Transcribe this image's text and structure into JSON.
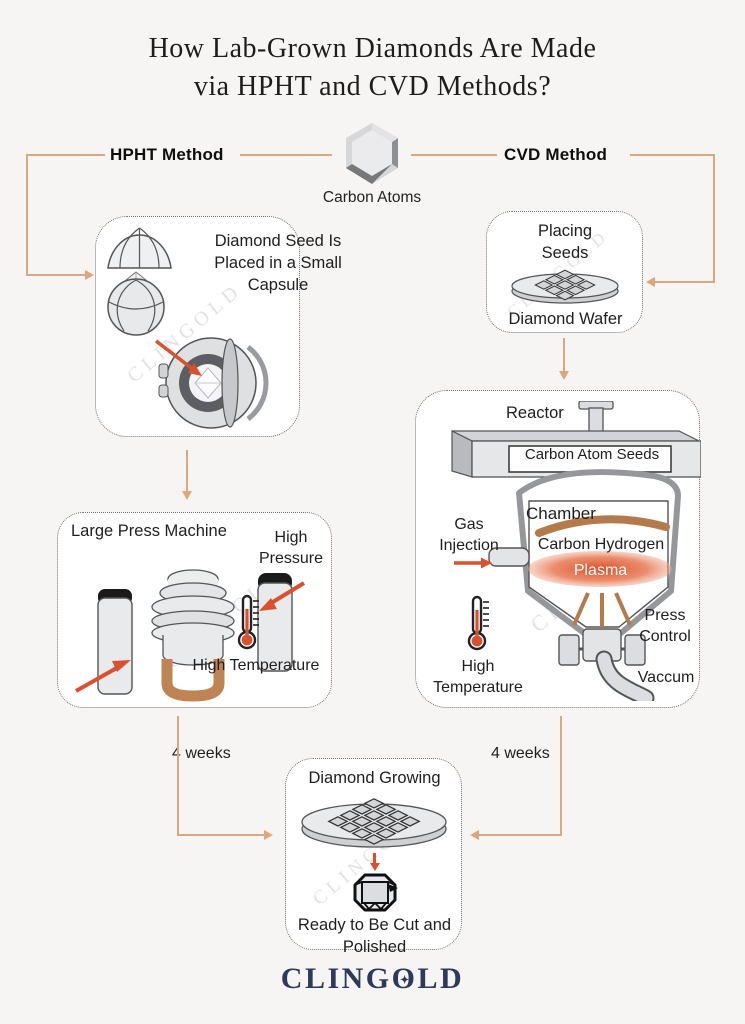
{
  "title": {
    "line1": "How Lab-Grown Diamonds Are Made",
    "line2": "via HPHT and CVD Methods?"
  },
  "header": {
    "hpht_label": "HPHT Method",
    "cvd_label": "CVD Method",
    "carbon_atoms_label": "Carbon Atoms"
  },
  "hpht": {
    "capsule_box": {
      "text": "Diamond Seed Is Placed in a Small Capsule"
    },
    "press_box": {
      "title": "Large Press Machine",
      "pressure_label": "High Pressure",
      "temperature_label": "High Temperature"
    },
    "duration": "4 weeks"
  },
  "cvd": {
    "seed_box": {
      "top_label": "Placing Seeds",
      "bottom_label": "Diamond Wafer"
    },
    "reactor_box": {
      "reactor_label": "Reactor",
      "beam_label": "Carbon Atom Seeds",
      "chamber_label": "Chamber",
      "gas_label": "Gas Injection",
      "gas_content_label": "Carbon Hydrogen",
      "plasma_label": "Plasma",
      "press_control_label": "Press Control",
      "vacuum_label": "Vaccum",
      "temperature_label": "High Temperature"
    },
    "duration": "4 weeks"
  },
  "growing_box": {
    "title": "Diamond Growing",
    "bottom_text": "Ready to Be Cut and Polished"
  },
  "footer": {
    "logo_prefix": "CLING",
    "logo_o": "O",
    "logo_mark": "✦",
    "logo_suffix": "LD"
  },
  "watermark": "CLINGOLD",
  "colors": {
    "background": "#f6f5f3",
    "connector": "#dba77d",
    "arrow_red": "#d9512f",
    "copper": "#bf8453",
    "logo_navy": "#2d3a5b",
    "box_border": "#6f6f6f"
  }
}
